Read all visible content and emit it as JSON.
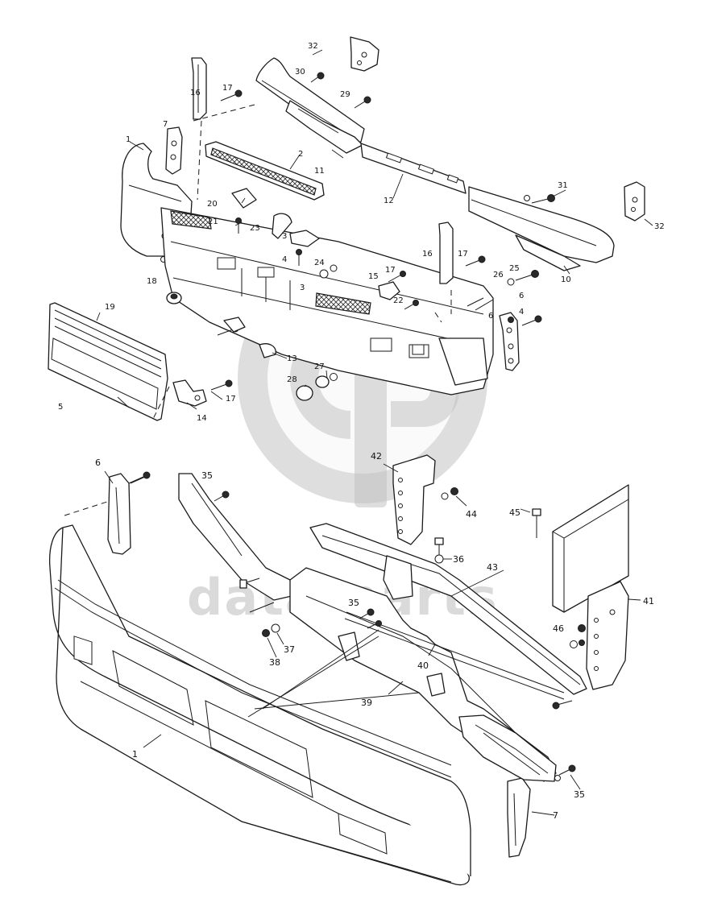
{
  "watermark": {
    "text": "data-parts",
    "logo_icon": "data-parts-logo-icon",
    "color": "#bdbdbd"
  },
  "callouts": {
    "c1a": "1",
    "c2": "2",
    "c3a": "3",
    "c3b": "3",
    "c4a": "4",
    "c4b": "4",
    "c5": "5",
    "c6a": "6",
    "c7a": "7",
    "c10": "10",
    "c11": "11",
    "c12": "12",
    "c13": "13",
    "c14": "14",
    "c15": "15",
    "c16a": "16",
    "c16b": "16",
    "c17a": "17",
    "c17b": "17",
    "c17c": "17",
    "c17d": "17",
    "c18": "18",
    "c19": "19",
    "c20": "20",
    "c21": "21",
    "c22": "22",
    "c23": "23",
    "c24": "24",
    "c25": "25",
    "c26": "26",
    "c27": "27",
    "c28": "28",
    "c29": "29",
    "c30": "30",
    "c31": "31",
    "c32a": "32",
    "c32b": "32",
    "c6b": "6",
    "c6c": "6",
    "c35a": "35",
    "c35b": "35",
    "c35c": "35",
    "c36": "36",
    "c37": "37",
    "c38": "38",
    "c39": "39",
    "c40": "40",
    "c41": "41",
    "c42": "42",
    "c43": "43",
    "c44": "44",
    "c45": "45",
    "c46": "46",
    "c1b": "1",
    "c7b": "7"
  }
}
